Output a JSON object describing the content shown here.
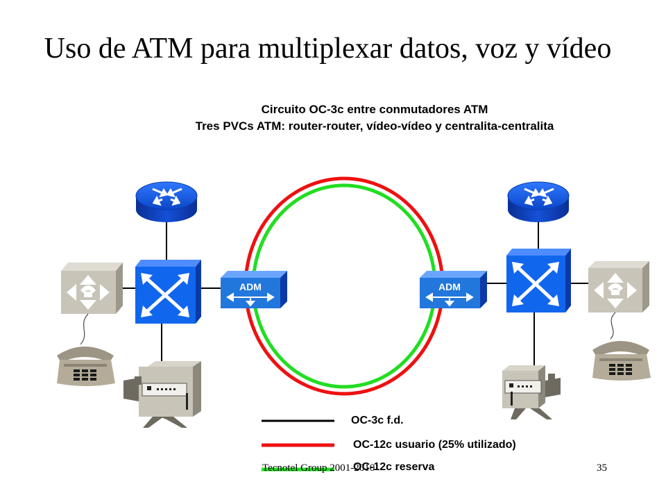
{
  "slide": {
    "title": "Uso de ATM para multiplexar datos, voz y vídeo",
    "subtitle_1": "Circuito OC-3c entre conmutadores ATM",
    "subtitle_2": "Tres PVCs ATM: router-router, vídeo-vídeo y centralita-centralita"
  },
  "devices": {
    "adm_left_label": "ADM",
    "adm_right_label": "ADM"
  },
  "legend": [
    {
      "label": "OC-3c f.d.",
      "color": "#000000"
    },
    {
      "label": "OC-12c usuario (25% utilizado)",
      "color": "#ee1111"
    },
    {
      "label": "OC-12c reserva",
      "color": "#22dd22"
    }
  ],
  "footer": {
    "left": "Tecnotel Group 2001-2010",
    "page_number": "35"
  },
  "colors": {
    "router": "#1155dd",
    "atm_switch": "#1166ee",
    "adm": "#2277dd",
    "ring_outer": "#ee1111",
    "ring_inner": "#22dd22",
    "pbx": "#c8c4b8",
    "phone": "#b4ac98"
  }
}
